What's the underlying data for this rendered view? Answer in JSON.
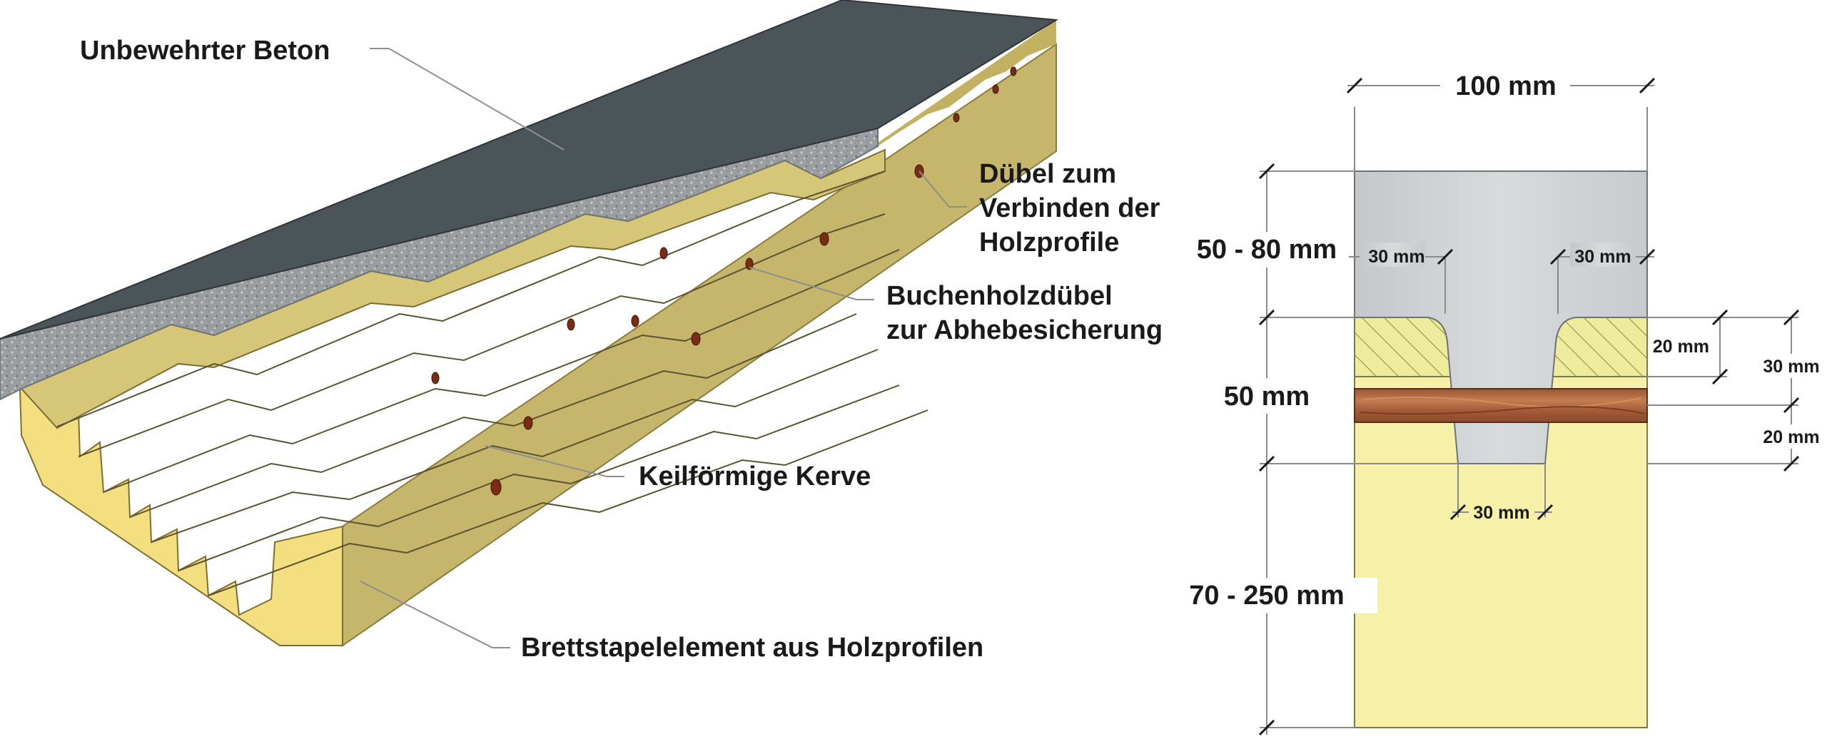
{
  "perspective": {
    "labels": {
      "concrete": "Unbewehrter Beton",
      "dowel_line1": "Dübel zum",
      "dowel_line2": "Verbinden der",
      "dowel_line3": "Holzprofile",
      "beech_line1": "Buchenholzdübel",
      "beech_line2": "zur Abhebesicherung",
      "notch": "Keilförmige Kerve",
      "element": "Brettstapelelement aus Holzprofilen"
    }
  },
  "section": {
    "width_label": "100 mm",
    "concrete_height": "50 - 80 mm",
    "notch_height": "50 mm",
    "timber_height": "70 - 250 mm",
    "left_offset": "30 mm",
    "right_offset": "30 mm",
    "top_layer": "20 mm",
    "right_total": "30 mm",
    "bottom_layer": "20 mm",
    "notch_bottom_width": "30 mm"
  },
  "colors": {
    "concrete_top": "#4a5458",
    "concrete_fill": "#8d9193",
    "timber_light": "#f5e6a0",
    "timber_side": "#c5b46a",
    "section_concrete": "#cfd3d4",
    "section_timber": "#f6f0a8",
    "hatch": "#e4e08a",
    "board": "#b06a42"
  }
}
